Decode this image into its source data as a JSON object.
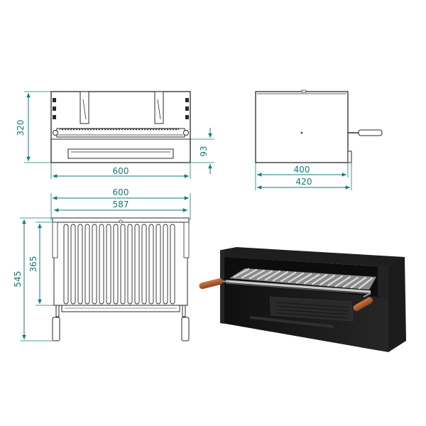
{
  "colors": {
    "dimension": "#147a78",
    "drawing_line": "#2a2a2a",
    "body": "#141414",
    "grate": "#b9b9b9",
    "handle": "#b55e2f"
  },
  "front_view": {
    "height_total": "320",
    "height_drawer": "93",
    "width": "600"
  },
  "side_view": {
    "depth_inner": "400",
    "depth_outer": "420"
  },
  "top_view": {
    "width_outer": "600",
    "width_inner": "587",
    "depth_grill": "365",
    "depth_total": "545"
  }
}
